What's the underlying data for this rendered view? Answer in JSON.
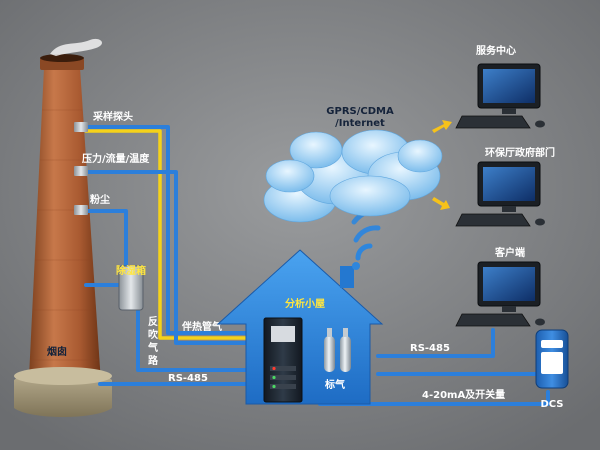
{
  "diagram": {
    "chimney_label": "烟囱",
    "probes": [
      {
        "label": "采样探头"
      },
      {
        "label": "压力/流量/温度"
      },
      {
        "label": "粉尘"
      }
    ],
    "filter_box_label": "除湿箱",
    "backflush_label": [
      "反",
      "吹",
      "气",
      "路"
    ],
    "heat_pipe_label": "伴热管气",
    "rs485_left_label": "RS-485",
    "house_title": "分析小屋",
    "gas_label": "标气",
    "cloud_label": [
      "GPRS/CDMA",
      "/Internet"
    ],
    "computers": [
      {
        "label": "服务中心"
      },
      {
        "label": "环保厅政府部门"
      },
      {
        "label": "客户端"
      }
    ],
    "rs485_right_label": "RS-485",
    "signal_label": "4-20mA及开关量",
    "dcs_label": "DCS",
    "colors": {
      "background": "#7f8183",
      "line_blue": "#2c7fdb",
      "line_yellow": "#f5d21a",
      "house": "#2e86dd",
      "chimney": "#b3653a",
      "cloud": "#9fd0f3",
      "arrow": "#f6c21a"
    }
  }
}
